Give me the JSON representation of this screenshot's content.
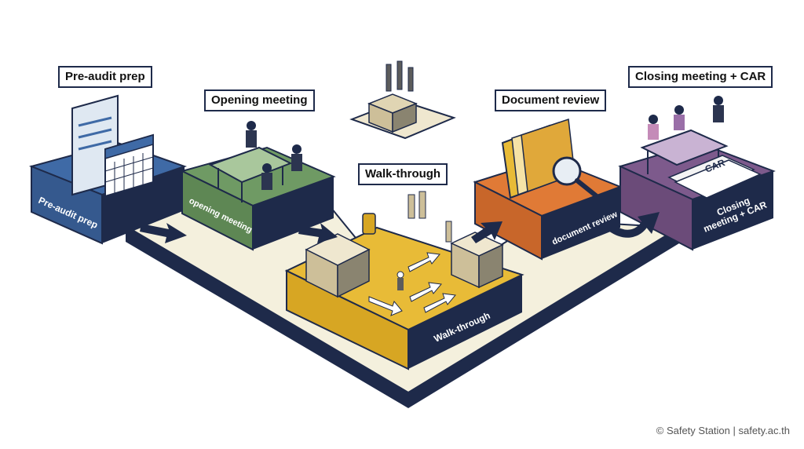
{
  "steps": [
    {
      "id": "prep",
      "title": "Pre-audit prep",
      "side_label": "Pre-audit prep",
      "color": "#3f6aa6"
    },
    {
      "id": "opening",
      "title": "Opening meeting",
      "side_label": "opening meeting",
      "color": "#6f9a64"
    },
    {
      "id": "walk",
      "title": "Walk-through",
      "side_label": "Walk-through",
      "color": "#e8bb37"
    },
    {
      "id": "docs",
      "title": "Document review",
      "side_label": "document review",
      "color": "#e07a36"
    },
    {
      "id": "closing",
      "title": "Closing meeting + CAR",
      "side_label_1": "Closing",
      "side_label_2": "meeting + CAR",
      "color": "#7d5a8c"
    }
  ],
  "car_text": "CAR",
  "footer": "© Safety Station | safety.ac.th",
  "colors": {
    "dark": "#1e2a4a",
    "base": "#f4f0dd",
    "arrow": "#1e2a4a"
  }
}
